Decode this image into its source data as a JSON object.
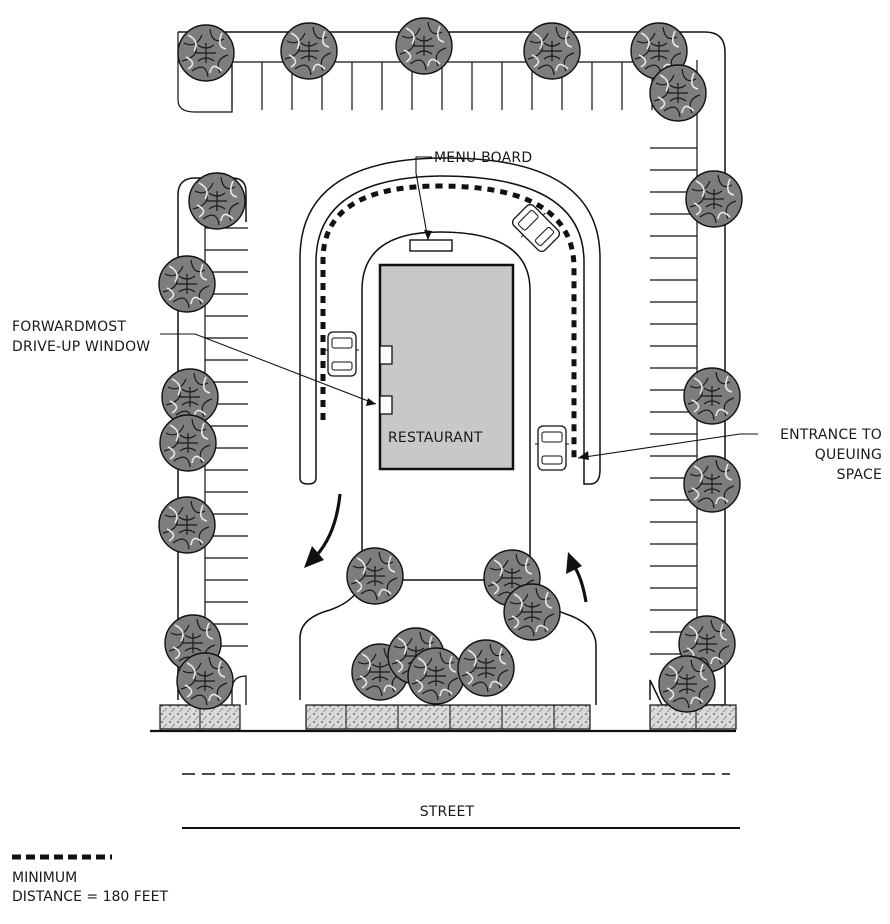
{
  "labels": {
    "menu_board": "MENU BOARD",
    "forwardmost_line1": "FORWARDMOST",
    "forwardmost_line2": "DRIVE-UP WINDOW",
    "restaurant": "RESTAURANT",
    "entrance_line1": "ENTRANCE TO",
    "entrance_line2": "QUEUING",
    "entrance_line3": "SPACE",
    "street": "STREET"
  },
  "legend": {
    "line1": "MINIMUM",
    "line2": "DISTANCE = 180 FEET"
  },
  "colors": {
    "building_fill": "#c8c8c8",
    "outline": "#111111",
    "tree_fill": "#8a8a8a",
    "planter_fill": "#bdbdbd"
  }
}
